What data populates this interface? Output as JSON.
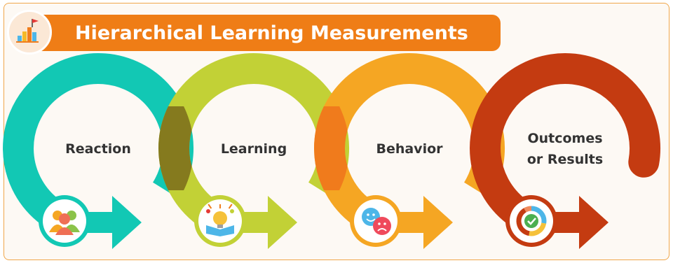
{
  "title": "Hierarchical Learning Measurements",
  "icons": {
    "title": "bar-chart-flag-icon"
  },
  "colors": {
    "title_banner": "#ef7d16",
    "frame_border": "#f0a64a",
    "background": "#fdf9f4",
    "text": "#333333"
  },
  "stages": [
    {
      "label_lines": [
        "Reaction"
      ],
      "icon": "people-group-icon",
      "color": "#12c8b4",
      "overlap_color": null
    },
    {
      "label_lines": [
        "Learning"
      ],
      "icon": "lightbulb-book-icon",
      "color": "#c2d136",
      "overlap_color": "#857a1e"
    },
    {
      "label_lines": [
        "Behavior"
      ],
      "icon": "happy-sad-faces-icon",
      "color": "#f5a623",
      "overlap_color": "#f07b1c"
    },
    {
      "label_lines": [
        "Outcomes",
        "or Results"
      ],
      "icon": "donut-chart-check-icon",
      "color": "#c43b11",
      "overlap_color": null
    }
  ]
}
